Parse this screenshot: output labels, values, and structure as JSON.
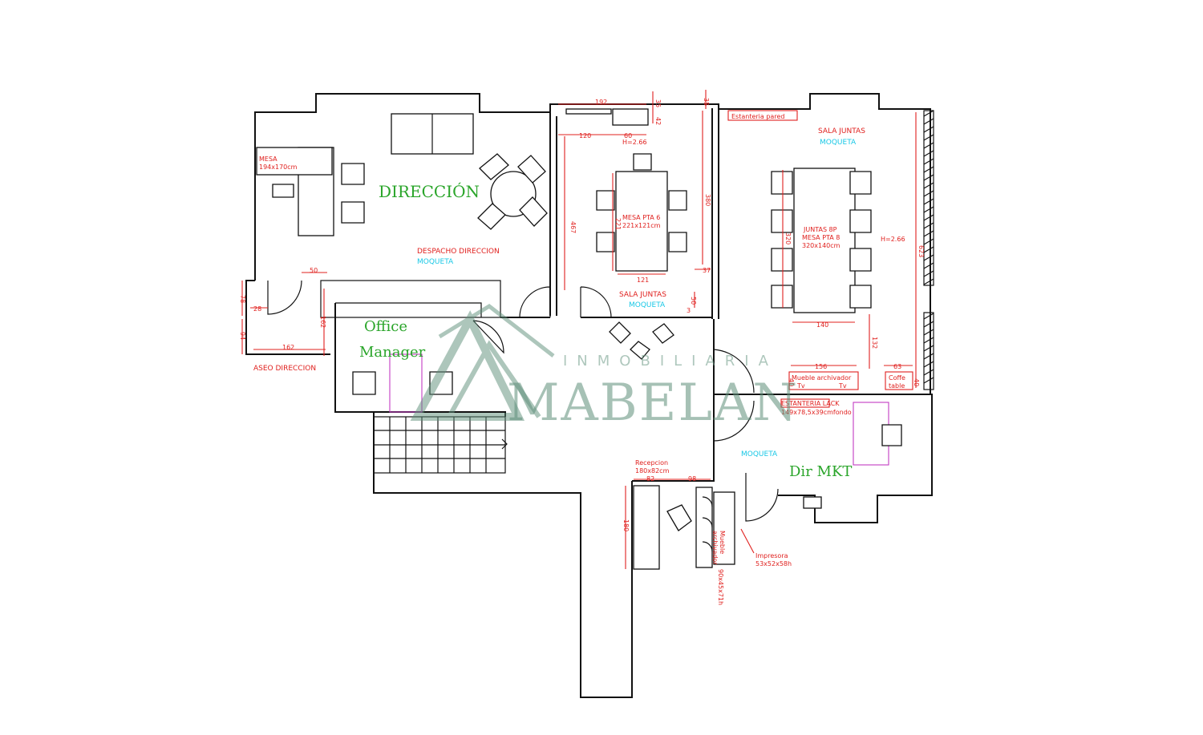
{
  "rooms": {
    "direccion": {
      "title": "DIRECCIÓN",
      "name": "DESPACHO DIRECCION",
      "floor": "MOQUETA",
      "desk": "MESA",
      "desk_size": "194x170cm"
    },
    "sala_juntas_1": {
      "name": "SALA JUNTAS",
      "floor": "MOQUETA",
      "table": "MESA PTA 6",
      "table_size": "221x121cm",
      "height": "H=2.66"
    },
    "sala_juntas_2": {
      "name": "SALA JUNTAS",
      "floor": "MOQUETA",
      "shelf": "Estanteria pared",
      "table_a": "JUNTAS 8P",
      "table_b": "MESA PTA 8",
      "table_size": "320x140cm",
      "height": "H=2.66"
    },
    "office_manager": {
      "line1": "Office",
      "line2": "Manager"
    },
    "aseo": {
      "name": "ASEO DIRECCION"
    },
    "dir_mkt": {
      "title": "Dir MKT",
      "floor": "MOQUETA"
    },
    "reception": {
      "name": "Recepcion",
      "size": "180x82cm",
      "cabinet_a": "Mueble",
      "cabinet_b": "archivador",
      "cabinet_size": "90x45x71h",
      "printer": "Impresora",
      "printer_size": "53x52x58h"
    },
    "storage": {
      "cabinet": "Mueble archivador",
      "tv_a": "Tv",
      "tv_b": "Tv",
      "coffee_a": "Coffe",
      "coffee_b": "table",
      "shelf": "ESTANTERIA LACK",
      "shelf_size": "149x78,5x39cmfondo"
    }
  },
  "dimensions": {
    "d192": "192",
    "d35a": "35",
    "d35b": "35",
    "d42": "42",
    "d120": "120",
    "d60": "60",
    "d467": "467",
    "d380": "380",
    "d221": "221",
    "d121": "121",
    "d37": "37",
    "d50a": "50",
    "d3": "3",
    "d320": "320",
    "d140": "140",
    "d623": "623",
    "d132": "132",
    "d156": "156",
    "d63": "63",
    "d40a": "40",
    "d40b": "40",
    "d50b": "50",
    "d78": "78",
    "d28": "28",
    "d94": "94",
    "d162a": "162",
    "d162b": "162",
    "d82": "82",
    "d98": "98",
    "d180": "180"
  },
  "watermark": {
    "small": "INMOBILIARIA",
    "big": "MABELAN"
  },
  "colors": {
    "wall": "#111111",
    "dimension": "#e0201e",
    "floor_note": "#19c8e6",
    "room_title": "#2aa52a",
    "watermark": "#5e8f7a"
  }
}
